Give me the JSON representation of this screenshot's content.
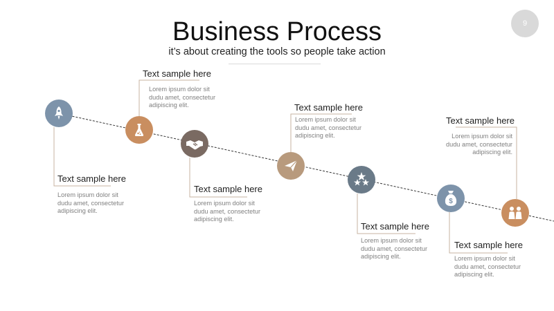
{
  "slide": {
    "title": "Business Process",
    "subtitle": "it’s about creating the tools so people take action",
    "page_number": "9"
  },
  "colors": {
    "blue": "#7d93aa",
    "orange": "#c98e60",
    "brown": "#7a6a62",
    "tan": "#b89a7d",
    "slate": "#6a7a88",
    "connector": "#c7b3a0",
    "dash": "#333333"
  },
  "steps": [
    {
      "icon": "rocket-icon",
      "color": "blue",
      "title": "Text sample here",
      "body": "Lorem ipsum dolor sit\ndudu amet, consectetur\nadipiscing elit."
    },
    {
      "icon": "flask-icon",
      "color": "orange",
      "title": "Text sample here",
      "body": "Lorem ipsum dolor sit\ndudu amet, consectetur\nadipiscing elit."
    },
    {
      "icon": "handshake-icon",
      "color": "brown",
      "title": "Text sample here",
      "body": "Lorem ipsum dolor sit\ndudu amet, consectetur\nadipiscing elit."
    },
    {
      "icon": "paper-plane-icon",
      "color": "tan",
      "title": "Text sample here",
      "body": "Lorem ipsum dolor sit\ndudu amet, consectetur\nadipiscing elit."
    },
    {
      "icon": "stars-icon",
      "color": "slate",
      "title": "Text sample here",
      "body": "Lorem ipsum dolor sit\ndudu amet, consectetur\nadipiscing elit."
    },
    {
      "icon": "money-bag-icon",
      "color": "blue",
      "title": "Text sample here",
      "body": "Lorem ipsum dolor sit\ndudu amet, consectetur\nadipiscing elit."
    },
    {
      "icon": "people-icon",
      "color": "orange",
      "title": "Text sample here",
      "body": "Lorem ipsum dolor sit\ndudu amet, consectetur\nadipiscing elit."
    }
  ]
}
